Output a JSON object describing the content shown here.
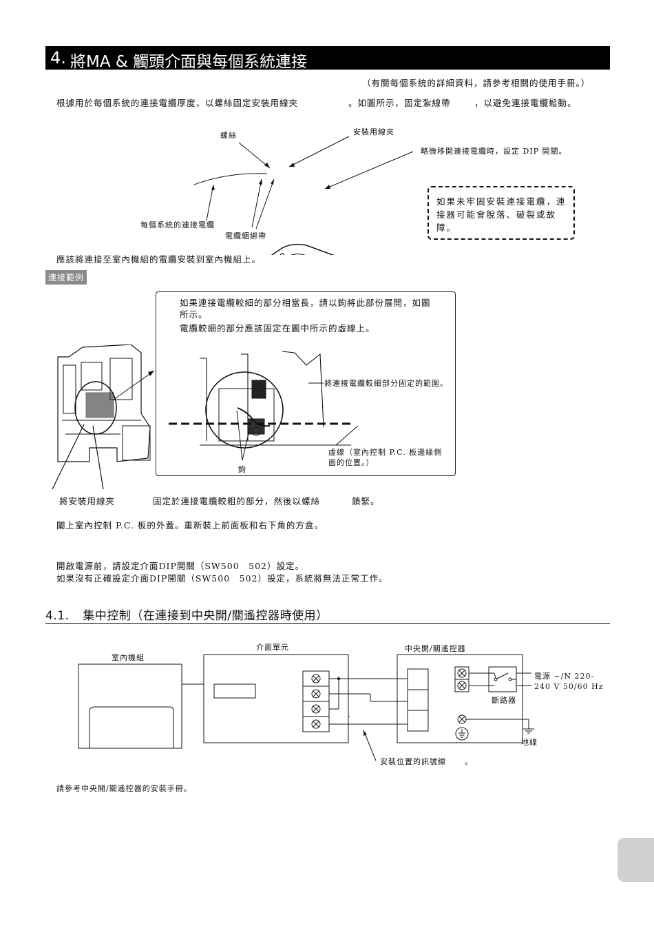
{
  "section": {
    "number": "4.",
    "title": "將MA & 觸頭介面與每個系統連接",
    "reference_note": "（有關每個系統的詳細資料，請參考相關的使用手冊。）",
    "intro_a": "根據用於每個系統的連接電纜厚度，以螺絲固定安裝用線夾",
    "intro_b": "。如圖所示，固定紮線帶",
    "intro_c": "，以避免連接電纜鬆動。"
  },
  "figure1": {
    "label_screw": "螺絲",
    "label_clamp": "安裝用線夾",
    "label_dip": "略微移開連接電纜時，設定 DIP 開關。",
    "label_cable": "每個系統的連接電纜",
    "label_tie": "電纜綑綁帶",
    "warning": "如果未牢固安裝連接電纜，連接器可能會脫落、破裂或故障。"
  },
  "install_note": "應該將連接至室內機組的電纜安裝到室內機組上。",
  "example": {
    "badge": "連接範例",
    "callout_line1": "如果連接電纜較細的部分相當長，請以鉤將此部份展開，如圖",
    "callout_line2": "所示。",
    "callout_line3": "電纜較細的部分應該固定在圖中所示的虛線上。",
    "range_label": "將連接電纜較細部分固定的範圍。",
    "dashed_line_a": "虛線（室內控制 P.C. 板邊緣側",
    "dashed_line_b": "面的位置。）",
    "hook_label": "鉤"
  },
  "steps": {
    "clamp_a": "將安裝用線夾",
    "clamp_b": "固定於連接電纜較粗的部分，然後以螺絲",
    "clamp_c": "鎖緊。",
    "close_cover": "闔上室內控制 P.C. 板的外蓋。重新裝上前面板和右下角的方盒。",
    "dip_line1": "開啟電源前，請設定介面DIP開關（SW500　502）設定。",
    "dip_line2": "如果沒有正確設定介面DIP開關（SW500　502）設定，系統將無法正常工作。"
  },
  "subsection": {
    "number": "4.1.",
    "title": "集中控制（在連接到中央開/關遙控器時使用）"
  },
  "wiring": {
    "indoor_unit": "室內機組",
    "interface_unit": "介面單元",
    "central_controller": "中央開/關遙控器",
    "power_line1": "電源 ~/N 220-",
    "power_line2": "240 V 50/60 Hz",
    "breaker": "斷路器",
    "ground": "地線",
    "signal_wire": "安裝位置的訊號線",
    "signal_wire_end": "。"
  },
  "footer_note": "請參考中央開/關遙控器的安裝手冊。"
}
